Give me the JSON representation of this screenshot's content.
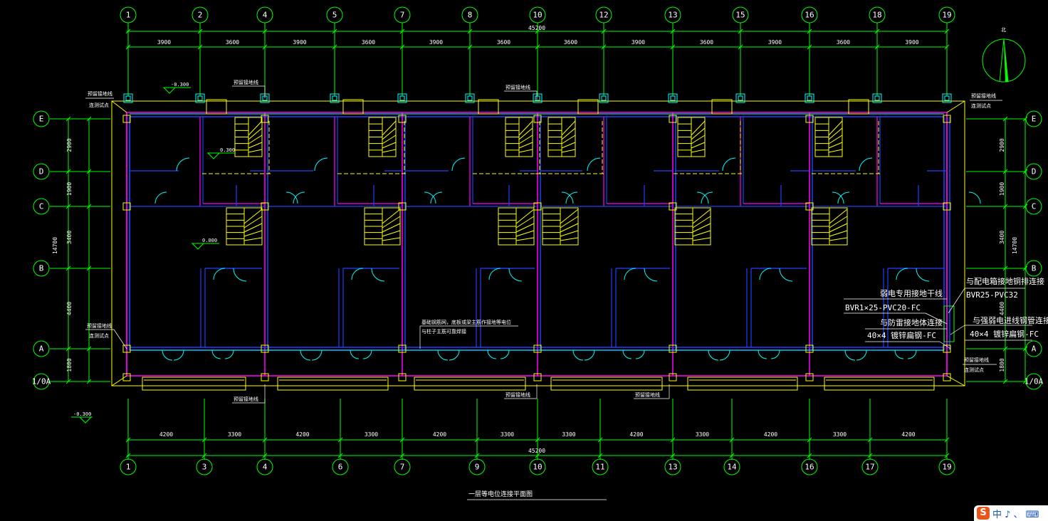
{
  "drawing": {
    "title": "一层等电位连接平面图",
    "colors": {
      "grid": "#00ff00",
      "wall_blue": "#2040ff",
      "wall_magenta": "#ff00ff",
      "stair_yellow": "#ffff00",
      "window_cyan": "#00ffff",
      "text": "#ffffff",
      "background": "#000000"
    },
    "top_axes": [
      "1",
      "2",
      "4",
      "5",
      "7",
      "8",
      "10",
      "12",
      "13",
      "15",
      "16",
      "18",
      "19"
    ],
    "bottom_axes": [
      "1",
      "3",
      "4",
      "6",
      "7",
      "9",
      "10",
      "11",
      "13",
      "14",
      "16",
      "17",
      "19"
    ],
    "row_axes": [
      "E",
      "D",
      "C",
      "B",
      "A",
      "1/0A"
    ],
    "top_total": "45200",
    "top_dims": [
      "3900",
      "3600",
      "3900",
      "3600",
      "3900",
      "3600",
      "3600",
      "3900",
      "3600",
      "3900",
      "3600",
      "3900"
    ],
    "bottom_total": "45200",
    "bottom_dims": [
      "4200",
      "3300",
      "4200",
      "3300",
      "4200",
      "3300",
      "3300",
      "4200",
      "3300",
      "4200",
      "3300",
      "4200"
    ],
    "left_dims": [
      "2900",
      "1900",
      "3400",
      "4400",
      "1800"
    ],
    "left_total": "14700",
    "right_dims": [
      "2900",
      "1900",
      "3400",
      "4400",
      "1800"
    ],
    "right_total": "14700",
    "north_label": "北",
    "levels": [
      "-0.300",
      "0.300",
      "0.000",
      "-0.300"
    ],
    "annotations": {
      "top_left_a": "预留接地线",
      "top_left_b": "预留接地线",
      "top_left_c": "连测试点",
      "top_mid": "预留接地线",
      "top_right_a": "预留接地线",
      "top_right_b": "连测试点",
      "left_a_1": "预留接地线",
      "left_a_2": "连测试点",
      "mid_note_1": "基础钢筋网，底板或梁主筋作接地等电位",
      "mid_note_2": "与柱子主筋可靠焊接",
      "bottom_1": "预留接地线",
      "bottom_2": "预留接地线",
      "bottom_3": "预留接地线",
      "right_bottom_1": "预留接地线",
      "right_bottom_2": "连测试点"
    },
    "callouts": {
      "line1": "与配电箱接地铜排连接",
      "line2": "BVR25-PVC32",
      "line3": "弱电专用接地干线",
      "line4": "BVR1×25-PVC20-FC",
      "line5": "与强弱电进线钢管连接",
      "line6": "与防雷接地体连接",
      "line7": "40×4 镀锌扁钢-FC",
      "line8": "40×4 镀锌扁钢-FC"
    }
  },
  "logo": {
    "badge": "S",
    "text": "中 ♪ 、 ⌨"
  }
}
